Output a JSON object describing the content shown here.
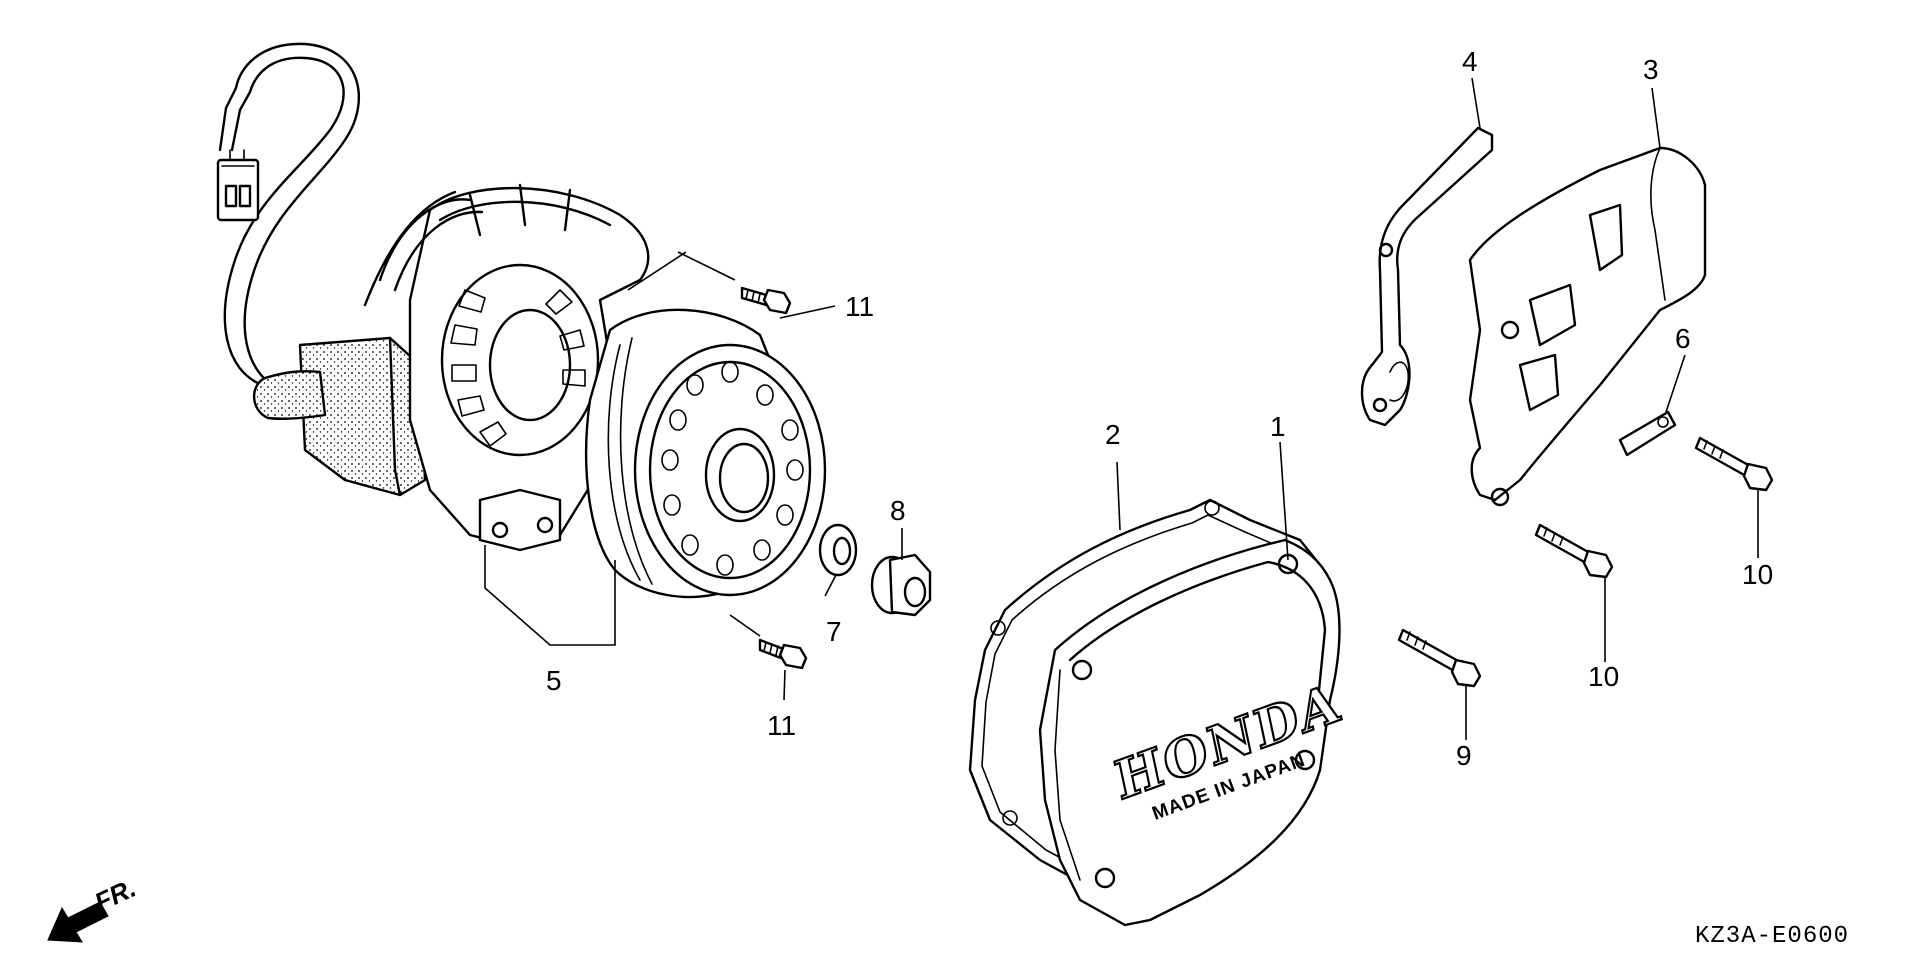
{
  "diagram": {
    "part_code": "KZ3A-E0600",
    "direction_label": "FR.",
    "cover_logo": "HONDA",
    "cover_text": "MADE IN JAPAN",
    "callouts": [
      "1",
      "2",
      "3",
      "4",
      "5",
      "6",
      "7",
      "8",
      "9",
      "10",
      "10",
      "11",
      "11"
    ]
  }
}
